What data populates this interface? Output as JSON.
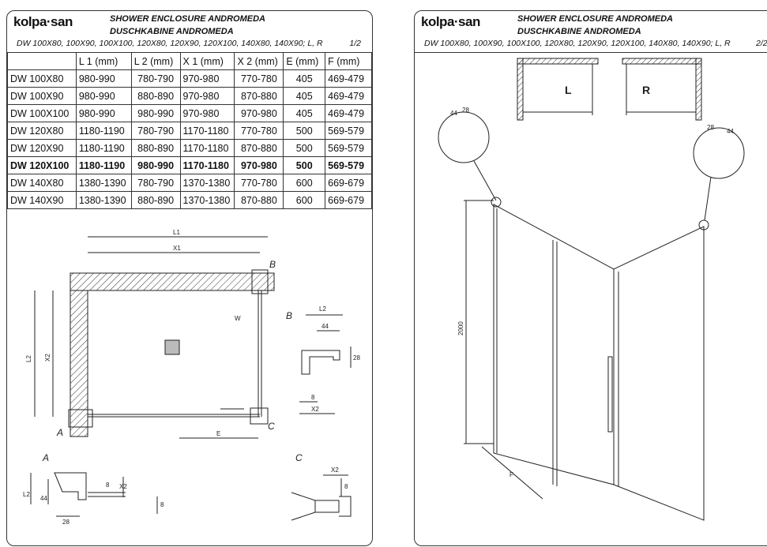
{
  "brand": "kolpa-san",
  "title_en": "SHOWER ENCLOSURE ANDROMEDA",
  "title_de": "DUSCHKABINE ANDROMEDA",
  "models": "DW  100X80, 100X90, 100X100, 120X80, 120X90, 120X100, 140X80, 140X90; L, R",
  "page1": "1/2",
  "page2": "2/2",
  "table": {
    "headers": [
      "",
      "L 1 (mm)",
      "L 2 (mm)",
      "X 1 (mm)",
      "X 2 (mm)",
      "E  (mm)",
      "F  (mm)"
    ],
    "rows": [
      [
        "DW 100X80",
        "980-990",
        "780-790",
        "970-980",
        "770-780",
        "405",
        "469-479"
      ],
      [
        "DW 100X90",
        "980-990",
        "880-890",
        "970-980",
        "870-880",
        "405",
        "469-479"
      ],
      [
        "DW 100X100",
        "980-990",
        "980-990",
        "970-980",
        "970-980",
        "405",
        "469-479"
      ],
      [
        "DW 120X80",
        "1180-1190",
        "780-790",
        "1170-1180",
        "770-780",
        "500",
        "569-579"
      ],
      [
        "DW 120X90",
        "1180-1190",
        "880-890",
        "1170-1180",
        "870-880",
        "500",
        "569-579"
      ],
      [
        "DW 120X100",
        "1180-1190",
        "980-990",
        "1170-1180",
        "970-980",
        "500",
        "569-579"
      ],
      [
        "DW 140X80",
        "1380-1390",
        "780-790",
        "1370-1380",
        "770-780",
        "600",
        "669-679"
      ],
      [
        "DW 140X90",
        "1380-1390",
        "880-890",
        "1370-1380",
        "870-880",
        "600",
        "669-679"
      ]
    ]
  },
  "plan": {
    "l1": "L1",
    "x1": "X1",
    "l2": "L2",
    "x2": "X2",
    "w": "W",
    "e": "E",
    "a": "A",
    "b": "B",
    "c": "C"
  },
  "detail_b": {
    "label": "B",
    "l2": "L2",
    "d44": "44",
    "d28": "28",
    "d8": "8",
    "x2": "X2"
  },
  "detail_a": {
    "label": "A",
    "l2": "L2",
    "d44": "44",
    "d8": "8",
    "x2": "X2",
    "d28": "28",
    "d8b": "8"
  },
  "detail_c": {
    "label": "C",
    "x2": "X2",
    "d8": "8"
  },
  "page2_drawing": {
    "left": "L",
    "right": "R",
    "d44a": "44",
    "d28a": "28",
    "d28b": "28",
    "d44b": "44",
    "height": "2000",
    "f": "F"
  }
}
